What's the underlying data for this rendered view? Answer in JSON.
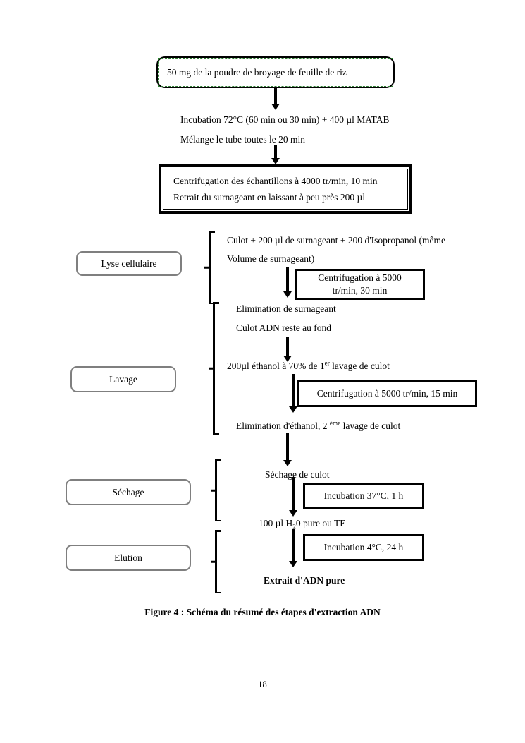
{
  "document": {
    "page_number": "18",
    "caption": "Figure 4 : Schéma du résumé des étapes d'extraction ADN"
  },
  "flowchart": {
    "title": "Schéma du résumé des étapes d'extraction ADN",
    "start_box": {
      "text": "50 mg de la poudre de broyage de feuille de riz",
      "border_color": "#000000",
      "inner_dash_color": "#2e7d32"
    },
    "step_incubation": {
      "line1": "Incubation 72°C (60 min ou 30 min) + 400 µl MATAB",
      "line2": "Mélange le tube toutes le 20 min"
    },
    "box_centrifugation_4000": {
      "line1": "Centrifugation des échantillons à 4000 tr/min, 10 min",
      "line2": "Retrait du surnageant en laissant à peu près 200 µl"
    },
    "stages": [
      {
        "label": "Lyse cellulaire"
      },
      {
        "label": "Lavage"
      },
      {
        "label": "Séchage"
      },
      {
        "label": "Elution"
      }
    ],
    "lyse": {
      "text_line1": "Culot + 200 µl de surnageant + 200 d'Isopropanol (même",
      "text_line2": "Volume de surnageant)",
      "box_line1": "Centrifugation à 5000",
      "box_line2": "tr/min, 30 min"
    },
    "lavage": {
      "text_elimination": "Elimination de surnageant",
      "text_culot": "Culot ADN reste au fond",
      "text_ethanol_prefix": "200µl éthanol à 70% de 1",
      "text_ethanol_sup": "er",
      "text_ethanol_suffix": " lavage de culot",
      "box_centrifugation": "Centrifugation à 5000 tr/min, 15 min",
      "text_elimination_ethanol_prefix": "Elimination d'éthanol, 2 ",
      "text_elimination_ethanol_sup": "ème",
      "text_elimination_ethanol_suffix": " lavage de culot"
    },
    "sechage": {
      "text_sechage": "Séchage de culot",
      "box_incubation": "Incubation 37°C, 1 h",
      "text_h2o_prefix": "100 µl H",
      "text_h2o_sub": "2",
      "text_h2o_suffix": "0 pure ou TE"
    },
    "elution": {
      "box_incubation": "Incubation 4°C, 24 h",
      "result": "Extrait d'ADN pure"
    }
  }
}
